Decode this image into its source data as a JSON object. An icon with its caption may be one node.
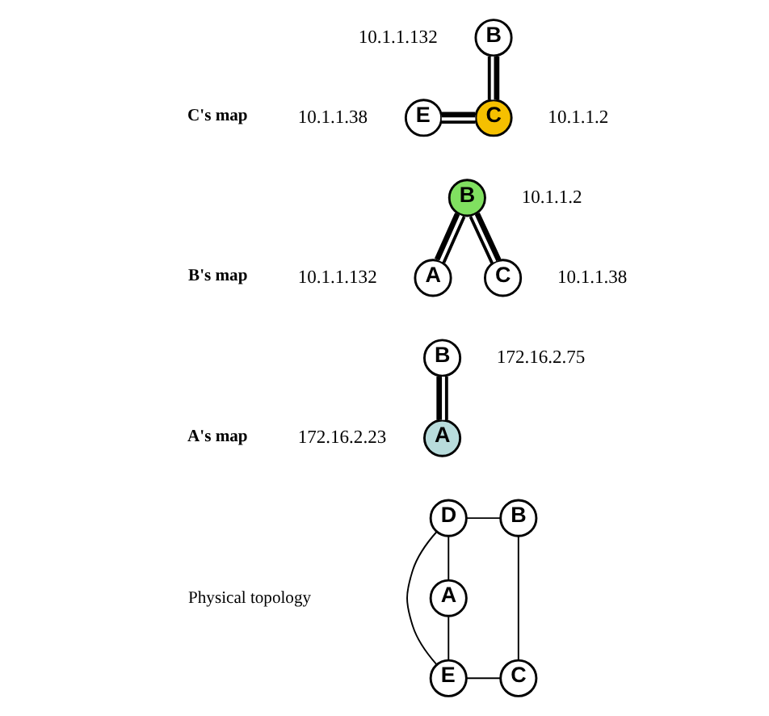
{
  "diagram": {
    "nodes": [
      {
        "text": [
          "B"
        ],
        "beside": [
          "10.1.1.132"
        ]
      },
      {
        "text": [
          "E"
        ],
        "beside": [
          "10.1.1.38"
        ]
      },
      {
        "text": [
          "C"
        ],
        "beside": [
          "10.1.1.2"
        ]
      },
      {
        "text": [
          "A"
        ],
        "beside": [
          "10.1.1.132"
        ]
      },
      {
        "text": [
          "B"
        ],
        "beside": [
          "10.1.1.2"
        ]
      },
      {
        "text": [
          "C"
        ],
        "beside": [
          "10.1.1.38"
        ]
      },
      {
        "text": [
          "A"
        ],
        "beside": [
          "172.16.2.23"
        ]
      },
      {
        "text": [
          "B"
        ],
        "beside": [
          "172.16.2.75"
        ]
      },
      {
        "text": [
          "D"
        ]
      },
      {
        "text": [
          "B"
        ]
      },
      {
        "text": [
          "A"
        ]
      },
      {
        "text": [
          "E"
        ]
      },
      {
        "text": [
          "C"
        ]
      }
    ],
    "edges": [
      {
        "from": 0,
        "to": 2,
        "arrow": "none",
        "style": "thick"
      },
      {
        "from": 1,
        "to": 2,
        "arrow": "none",
        "style": "thick"
      },
      {
        "from": 3,
        "to": 4,
        "arrow": "none",
        "style": "thick"
      },
      {
        "from": 4,
        "to": 5,
        "arrow": "none",
        "style": "thick"
      },
      {
        "from": 6,
        "to": 7,
        "arrow": "none",
        "style": "thick"
      },
      {
        "from": 10,
        "to": 8,
        "arrow": "none"
      },
      {
        "from": 8,
        "to": 9,
        "arrow": "none"
      },
      {
        "from": 10,
        "to": 11,
        "arrow": "none"
      },
      {
        "from": 8,
        "to": 11,
        "arrow": "none"
      },
      {
        "from": 11,
        "to": 12,
        "arrow": "none"
      },
      {
        "from": 12,
        "to": 9,
        "arrow": "none"
      }
    ],
    "labels": [
      "C's map",
      "B's map",
      "A's map",
      "Physical topology"
    ]
  }
}
